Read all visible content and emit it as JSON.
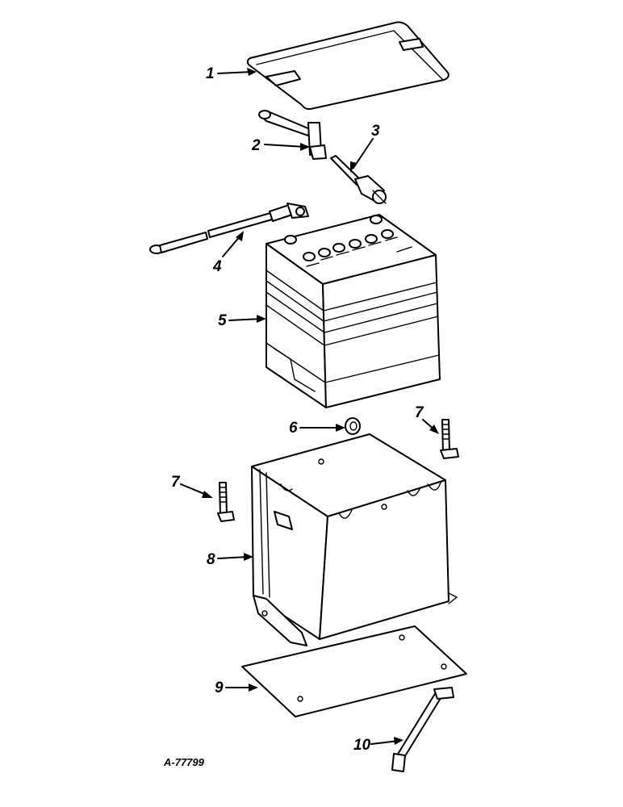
{
  "diagram": {
    "reference": "A-77799",
    "callouts": [
      "1",
      "2",
      "3",
      "4",
      "5",
      "6",
      "7",
      "7",
      "8",
      "9",
      "10"
    ],
    "parts": [
      {
        "id": "1",
        "part": "battery-cover"
      },
      {
        "id": "2",
        "part": "ground-strap"
      },
      {
        "id": "3",
        "part": "cable"
      },
      {
        "id": "4",
        "part": "cable"
      },
      {
        "id": "5",
        "part": "battery"
      },
      {
        "id": "6",
        "part": "grommet"
      },
      {
        "id": "7",
        "part": "j-bolt"
      },
      {
        "id": "8",
        "part": "battery-box"
      },
      {
        "id": "9",
        "part": "bottom-plate"
      },
      {
        "id": "10",
        "part": "support-strap"
      }
    ]
  }
}
